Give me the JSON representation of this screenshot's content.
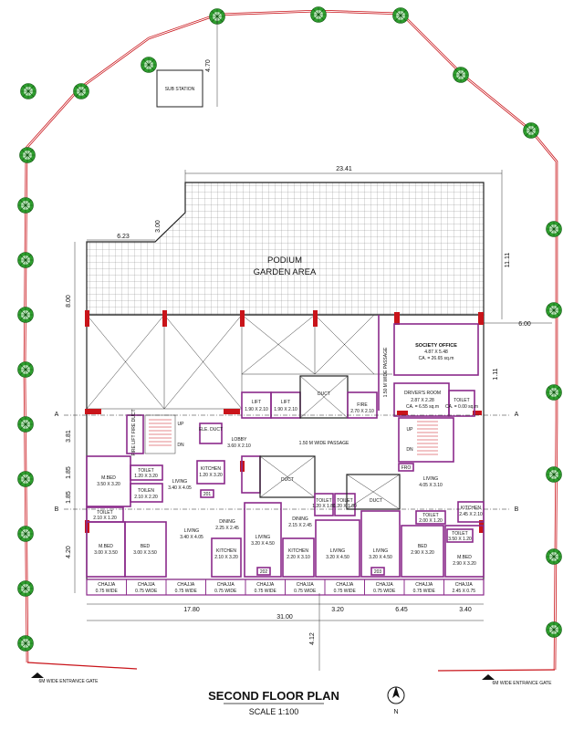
{
  "plan": {
    "title": "SECOND FLOOR PLAN",
    "scale": "SCALE 1:100",
    "north": "N",
    "entrance_gate_left": "6M WIDE ENTRANCE GATE",
    "entrance_gate_right": "6M WIDE ENTRANCE GATE",
    "sub_station": "SUB STATION",
    "podium_line1": "PODIUM",
    "podium_line2": "GARDEN AREA",
    "passage_vertical": "1.50 M WIDE PASSAGE",
    "passage_horizontal": "1.50 M WIDE PASSAGE",
    "section_a": "A",
    "section_b": "B"
  },
  "dimensions": {
    "d_470": "4.70",
    "d_2341": "23.41",
    "d_300": "3.00",
    "d_623": "6.23",
    "d_1111": "11.11",
    "d_800": "8.00",
    "d_600": "6.00",
    "d_111": "1.11",
    "d_381": "3.81",
    "d_185": "1.85",
    "d_420": "4.20",
    "d_1780": "17.80",
    "d_320": "3.20",
    "d_645": "6.45",
    "d_340": "3.40",
    "d_3100": "31.00",
    "d_412": "4.12"
  },
  "rooms": {
    "society_office": "SOCIETY OFFICE",
    "society_office_size": "4.87 X 5.48",
    "society_office_ca": "CA. = 26.65 sq.m",
    "drivers_room": "DRIVER'S ROOM",
    "drivers_room_size": "2.87 X 2.28",
    "drivers_room_ca": "CA. = 6.55 sq.m",
    "toilet_office": "TOILET",
    "toilet_office_ca": "CA. = 0.00 sq.m",
    "lift1": "LIFT",
    "lift1_size": "1.90 X 2.10",
    "lift2": "LIFT",
    "lift2_size": "1.90 X 2.10",
    "duct_top": "DUCT",
    "fire": "FIRE",
    "fire_size": "2.70 X 2.10",
    "lobby": "LOBBY",
    "lobby_size": "3.60 X 2.10",
    "firelift": "FIRE LIFT FIRE DUCT",
    "up_left": "UP",
    "dn_left": "DN",
    "up_right": "UP",
    "dn_right": "DN",
    "ele_duct": "ELE. DUCT",
    "mbed_tl": "M.BED",
    "mbed_tl_size": "3.50 X 3.20",
    "toilet_tl": "TOILET",
    "toilet_tl_size": "1.20 X 3.20",
    "toilet_tl2": "TOILEN",
    "toilet_tl2_size": "2.10 X 2.20",
    "kitchen_tl": "KITCHEN",
    "kitchen_tl_size": "1.20 X 3.20",
    "living_201": "LIVING",
    "living_201_size": "3.40 X 4.05",
    "flat_201": "201",
    "toilet_bl": "TOILET",
    "toilet_bl_size": "2.10 X 1.20",
    "mbed_bl": "M.BED",
    "mbed_bl_size": "3.00 X 3.50",
    "bed_bl": "BED",
    "bed_bl_size": "3.00 X 3.50",
    "living_bl": "LIVING",
    "living_bl_size": "3.40 X 4.05",
    "dining_202": "DINING",
    "dining_202_size": "2.25 X 2.45",
    "kitchen_202": "KITCHEN",
    "kitchen_202_size": "2.10 X 3.20",
    "living_202": "LIVING",
    "living_202_size": "3.20 X 4.50",
    "flat_202": "202",
    "duct_mid": "DUCT",
    "toilet_mid": "TOILET",
    "toilet_mid_size": "1.20 X 1.80",
    "dining_203": "DINING",
    "dining_203_size": "2.15 X 2.45",
    "kitchen_203": "KITCHEN",
    "kitchen_203_size": "2.20 X 3.10",
    "toilet_203a": "TOILET",
    "toilet_203a_size": "1.20 X 1.80",
    "toilet_203b": "TOILET",
    "toilet_203b_size": "1.20 X 1.80",
    "living_203a": "LIVING",
    "living_203a_size": "3.20 X 4.50",
    "flat_203": "203",
    "living_203b": "LIVING",
    "living_203b_size": "3.20 X 4.50",
    "duct_right": "DUCT",
    "living_204": "LIVING",
    "living_204_size": "4.05 X 3.10",
    "toilet_204": "TOILET",
    "toilet_204_size": "2.00 X 1.20",
    "kitchen_204": "KITCHEN",
    "kitchen_204_size": "2.45 X 2.10",
    "bed_204": "BED",
    "bed_204_size": "2.90 X 3.20",
    "mbed_204": "M.BED",
    "mbed_204_size": "2.90 X 3.20",
    "toilet_204b": "TOILET",
    "toilet_204b_size": "3.50 X 1.20",
    "fro": "FRO"
  },
  "chajja": [
    {
      "label": "CHAJJA",
      "size": "0.75 WIDE"
    },
    {
      "label": "CHAJJA",
      "size": "0.75 WIDE"
    },
    {
      "label": "CHAJJA",
      "size": "0.75 WIDE"
    },
    {
      "label": "CHAJJA",
      "size": "0.75 WIDE"
    },
    {
      "label": "CHAJJA",
      "size": "0.75 WIDE"
    },
    {
      "label": "CHAJJA",
      "size": "0.75 WIDE"
    },
    {
      "label": "CHAJJA",
      "size": "0.75 WIDE"
    },
    {
      "label": "CHAJJA",
      "size": "0.75 WIDE"
    },
    {
      "label": "CHAJJA",
      "size": "0.75 WIDE"
    },
    {
      "label": "CHAJJA",
      "size": "2.45 X 0.75"
    }
  ],
  "colors": {
    "boundary": "#c9141a",
    "tree": "#2e9e2e",
    "partition": "#8a2a8a",
    "column": "#c9141a"
  }
}
